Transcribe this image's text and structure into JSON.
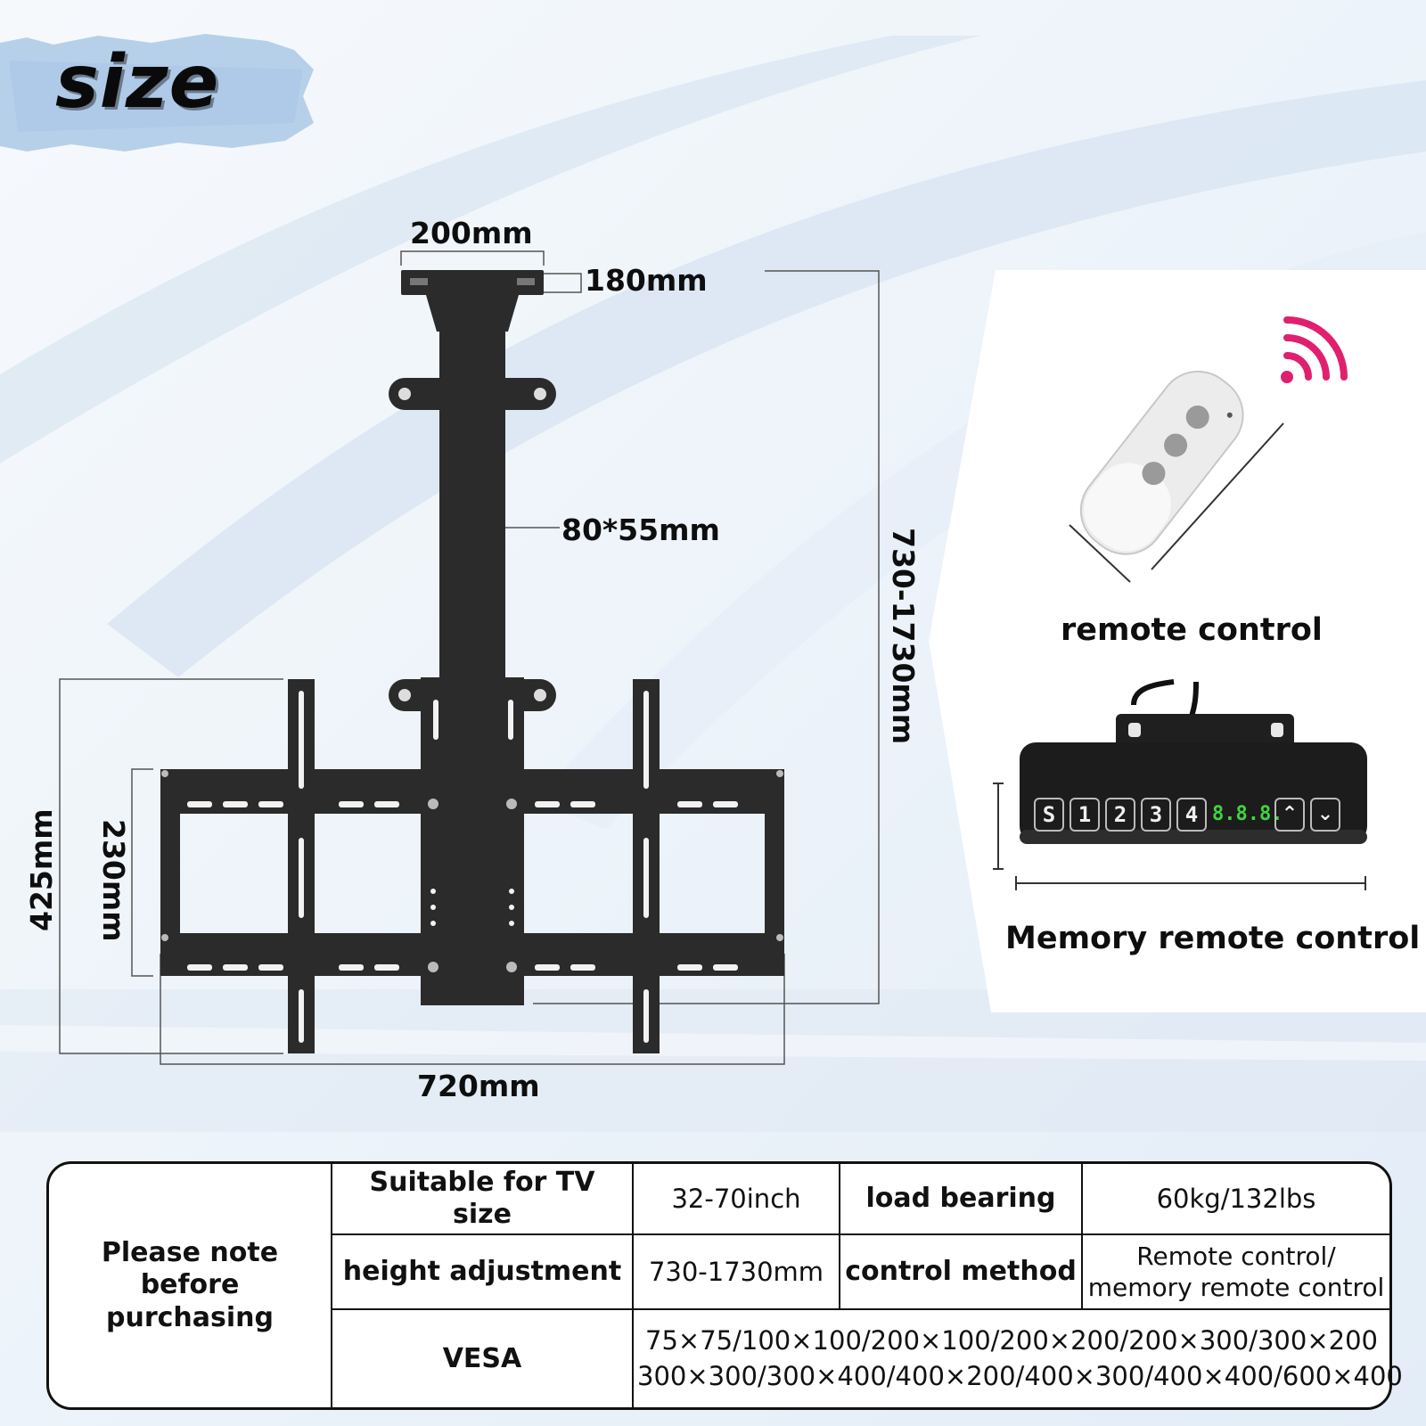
{
  "header": {
    "title": "size"
  },
  "dimensions": {
    "plate_width": "200mm",
    "plate_depth": "180mm",
    "column": "80*55mm",
    "height_range": "730-1730mm",
    "frame_height": "425mm",
    "rail_height": "230mm",
    "frame_width": "720mm"
  },
  "panel": {
    "remote_label": "remote control",
    "memory_label": "Memory remote control",
    "keypad": [
      "S",
      "1",
      "2",
      "3",
      "4"
    ],
    "display": "8.8.8."
  },
  "table": {
    "note": [
      "Please note",
      "before purchasing"
    ],
    "row1": {
      "h1": "Suitable for TV size",
      "v1": "32-70inch",
      "h2": "load bearing",
      "v2": "60kg/132lbs"
    },
    "row2": {
      "h1": "height adjustment",
      "v1": "730-1730mm",
      "h2": "control method",
      "v2a": "Remote control/",
      "v2b": "memory remote control"
    },
    "row3": {
      "h1": "VESA",
      "v1a": "75×75/100×100/200×100/200×200/200×300/300×200",
      "v1b": "300×300/300×400/400×200/400×300/400×400/600×400"
    }
  },
  "colors": {
    "mount": "#2b2b2b",
    "accent_wifi": "#e0206e",
    "display_digits": "#3fd43f",
    "background": "#eef4fa"
  }
}
